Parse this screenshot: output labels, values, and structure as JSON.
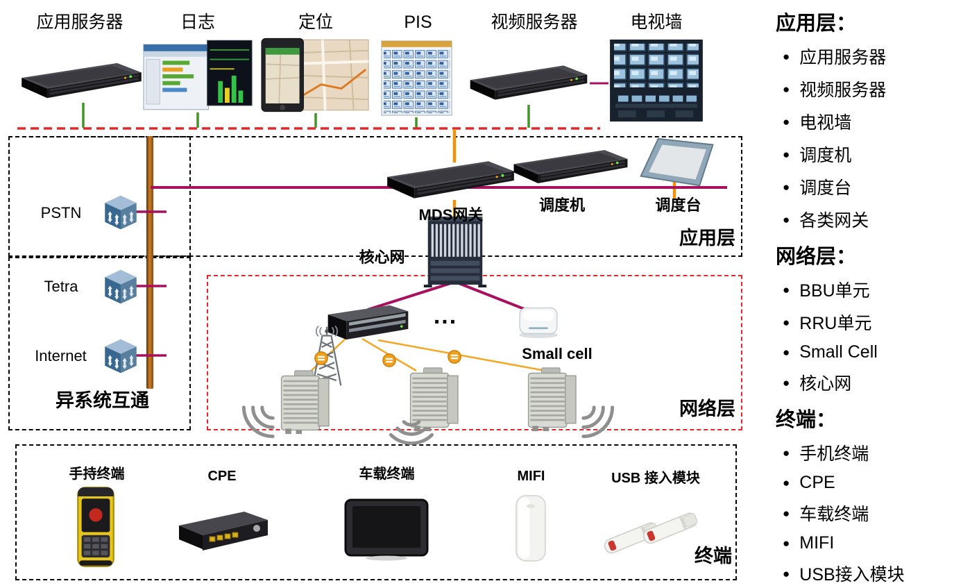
{
  "top_row": {
    "items": [
      {
        "label": "应用服务器"
      },
      {
        "label": "日志"
      },
      {
        "label": "定位"
      },
      {
        "label": "PIS"
      },
      {
        "label": "视频服务器"
      },
      {
        "label": "电视墙"
      }
    ]
  },
  "app_layer": {
    "mds_gateway": "MDS网关",
    "dispatcher": "调度机",
    "dispatch_console": "调度台",
    "label": "应用层"
  },
  "interop": {
    "pstn": "PSTN",
    "tetra": "Tetra",
    "internet": "Internet",
    "label": "异系统互通"
  },
  "network_layer": {
    "core": "核心网",
    "ellipsis": "...",
    "small_cell": "Small cell",
    "label": "网络层"
  },
  "terminal_layer": {
    "items": [
      {
        "label": "手持终端"
      },
      {
        "label": "CPE"
      },
      {
        "label": "车载终端"
      },
      {
        "label": "MIFI"
      },
      {
        "label": "USB 接入模块"
      }
    ],
    "label": "终端"
  },
  "legend": {
    "bullet": "●",
    "sections": [
      {
        "title": "应用层：",
        "items": [
          "应用服务器",
          "视频服务器",
          "电视墙",
          "调度机",
          "调度台",
          "各类网关"
        ]
      },
      {
        "title": "网络层：",
        "items": [
          "BBU单元",
          "RRU单元",
          "Small Cell",
          "核心网"
        ]
      },
      {
        "title": "终端：",
        "items": [
          "手机终端",
          "CPE",
          "车载终端",
          "MIFI",
          "USB接入模块"
        ]
      }
    ]
  },
  "colors": {
    "line_magenta": "#a8105f",
    "line_orange": "#f0920e",
    "line_green": "#3f9626",
    "dashed_red": "#e8262a",
    "bus_brown": "#8a4a0a"
  }
}
